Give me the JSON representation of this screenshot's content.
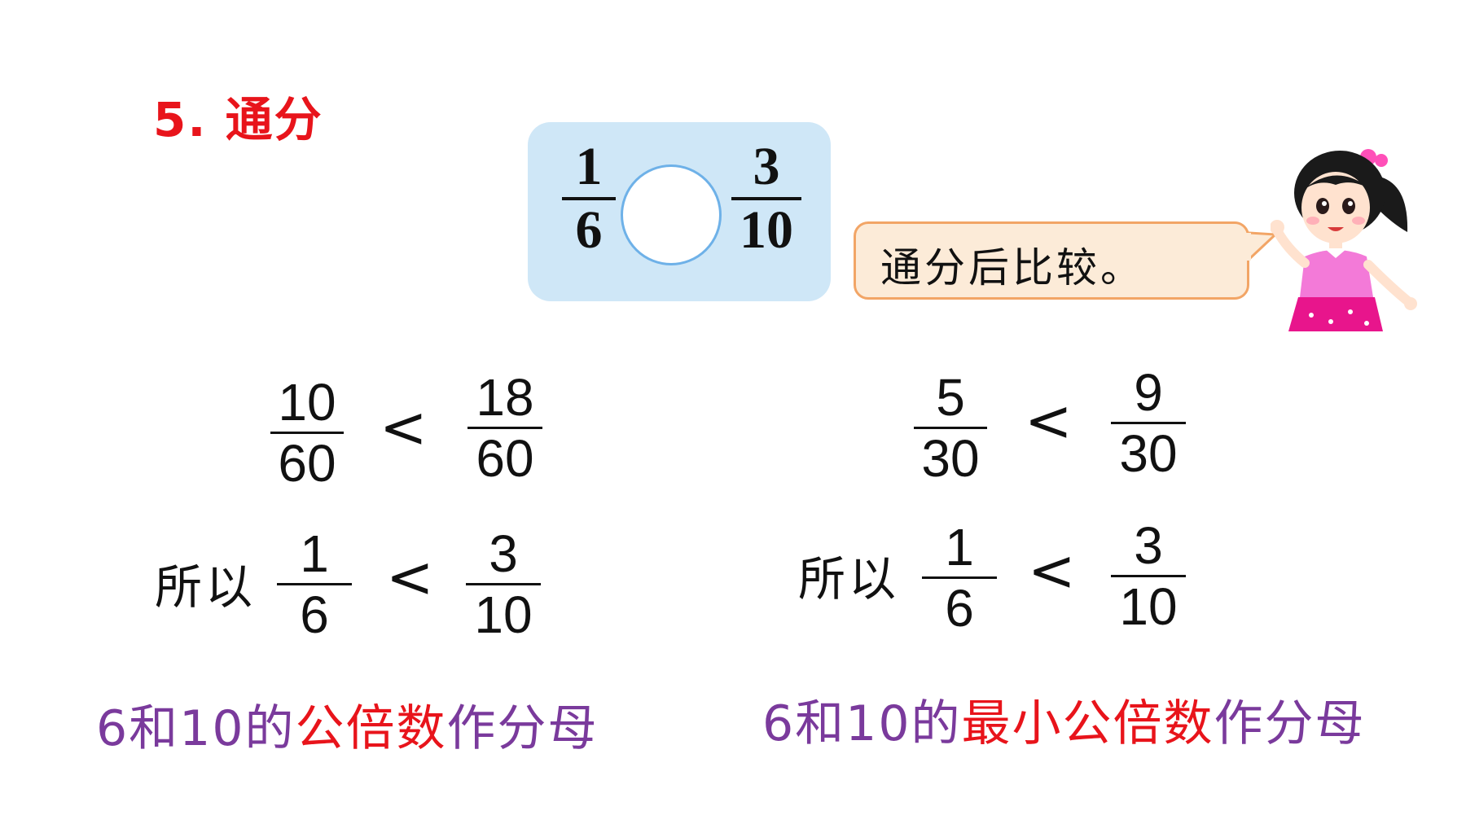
{
  "title": "5. 通分",
  "question": {
    "left": {
      "num": "1",
      "den": "6"
    },
    "right": {
      "num": "3",
      "den": "10"
    }
  },
  "bubble": {
    "text": "通分后比较。"
  },
  "left_method": {
    "compare": {
      "a_num": "10",
      "a_den": "60",
      "op": "<",
      "b_num": "18",
      "b_den": "60"
    },
    "conclusion": {
      "prefix": "所以",
      "a_num": "1",
      "a_den": "6",
      "op": "<",
      "b_num": "3",
      "b_den": "10"
    },
    "caption": {
      "part1": "6和10的",
      "part2": "公倍数",
      "part3": "作分母"
    }
  },
  "right_method": {
    "compare": {
      "a_num": "5",
      "a_den": "30",
      "op": "<",
      "b_num": "9",
      "b_den": "30"
    },
    "conclusion": {
      "prefix": "所以",
      "a_num": "1",
      "a_den": "6",
      "op": "<",
      "b_num": "3",
      "b_den": "10"
    },
    "caption": {
      "part1": "6和10的",
      "part2": "最小公倍数",
      "part3": "作分母"
    }
  },
  "colors": {
    "title": "#e8141b",
    "caption_main": "#7a3a9c",
    "caption_highlight": "#e8141b",
    "box": "#cfe7f7",
    "bubble": "#fcebd8",
    "bubble_border": "#f2a566"
  }
}
